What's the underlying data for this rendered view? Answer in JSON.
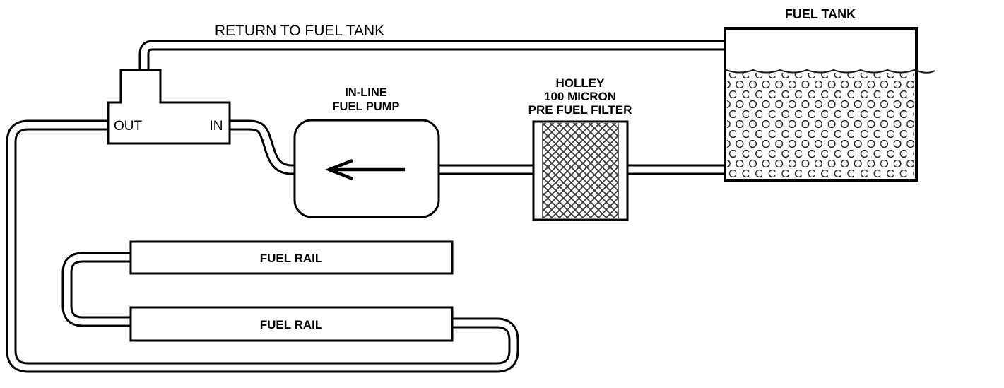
{
  "diagram": {
    "background_color": "#ffffff",
    "line_color": "#000000",
    "mesh_color": "#3a3a3a",
    "components": {
      "return_line": {
        "label": "RETURN TO FUEL TANK"
      },
      "fuel_tank": {
        "label": "FUEL TANK"
      },
      "fuel_pump": {
        "label_line1": "IN-LINE",
        "label_line2": "FUEL PUMP"
      },
      "pre_filter": {
        "label_line1": "HOLLEY",
        "label_line2": "100 MICRON",
        "label_line3": "PRE FUEL FILTER"
      },
      "regulator": {
        "out_label": "OUT",
        "in_label": "IN"
      },
      "fuel_rail_top": {
        "label": "FUEL RAIL"
      },
      "fuel_rail_bottom": {
        "label": "FUEL RAIL"
      }
    }
  }
}
